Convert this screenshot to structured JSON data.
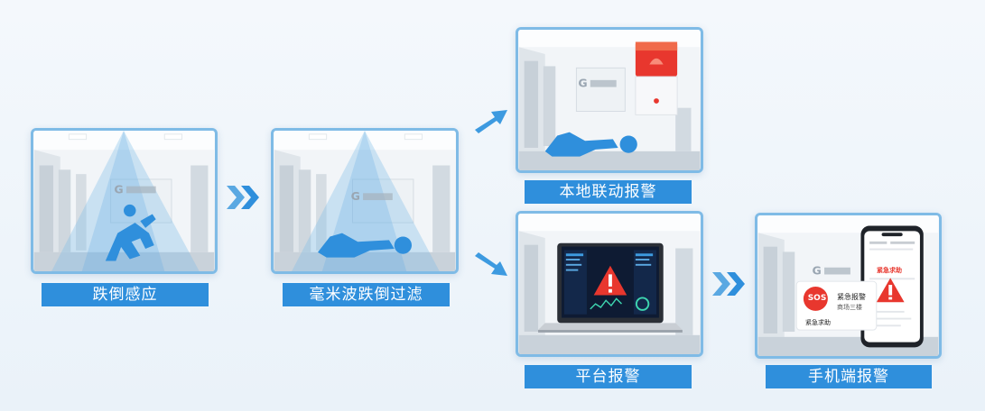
{
  "steps": {
    "fall_sensing": {
      "label": "跌倒感应"
    },
    "radar_filter": {
      "label": "毫米波跌倒过滤"
    },
    "local_alarm": {
      "label": "本地联动报警"
    },
    "platform_alarm": {
      "label": "平台报警"
    },
    "mobile_alarm": {
      "label": "手机端报警"
    }
  },
  "mobile": {
    "sos_badge": "SOS",
    "notify_title": "紧急报警",
    "notify_sub": "商场三楼",
    "notify_footer": "紧急求助",
    "phone_header": "紧急求助"
  },
  "colors": {
    "accent": "#2f8fdc",
    "border": "#7fbbe6",
    "figure": "#2f8fdc",
    "alarm_red": "#e8372e"
  }
}
